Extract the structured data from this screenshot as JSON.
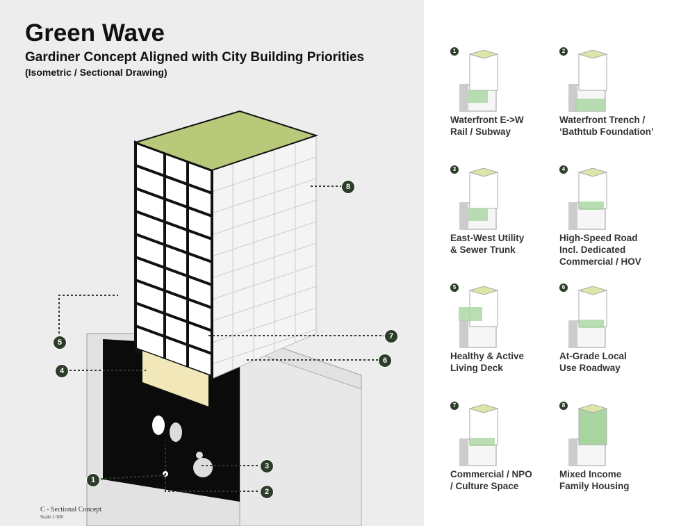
{
  "title": "Green Wave",
  "subtitle": "Gardiner Concept Aligned with City Building Priorities",
  "subtitle2": "(Isometric / Sectional Drawing)",
  "caption": "C - Sectional Concept",
  "scale": "Scale 1:100",
  "markers": [
    "1",
    "2",
    "3",
    "4",
    "5",
    "6",
    "7",
    "8"
  ],
  "legend": [
    {
      "num": "1",
      "label": "Waterfront E->W\nRail / Subway"
    },
    {
      "num": "2",
      "label": "Waterfront Trench /\n‘Bathtub Foundation’"
    },
    {
      "num": "3",
      "label": "East-West Utility\n& Sewer Trunk"
    },
    {
      "num": "4",
      "label": "High-Speed Road\nIncl. Dedicated\nCommercial / HOV"
    },
    {
      "num": "5",
      "label": "Healthy & Active\nLiving Deck"
    },
    {
      "num": "6",
      "label": "At-Grade Local\nUse Roadway"
    },
    {
      "num": "7",
      "label": "Commercial / NPO\n/ Culture Space"
    },
    {
      "num": "8",
      "label": "Mixed Income\nFamily Housing"
    }
  ],
  "colors": {
    "marker": "#2c3d29",
    "roof": "#b9c97a",
    "highlight": "#a9d6a0"
  }
}
